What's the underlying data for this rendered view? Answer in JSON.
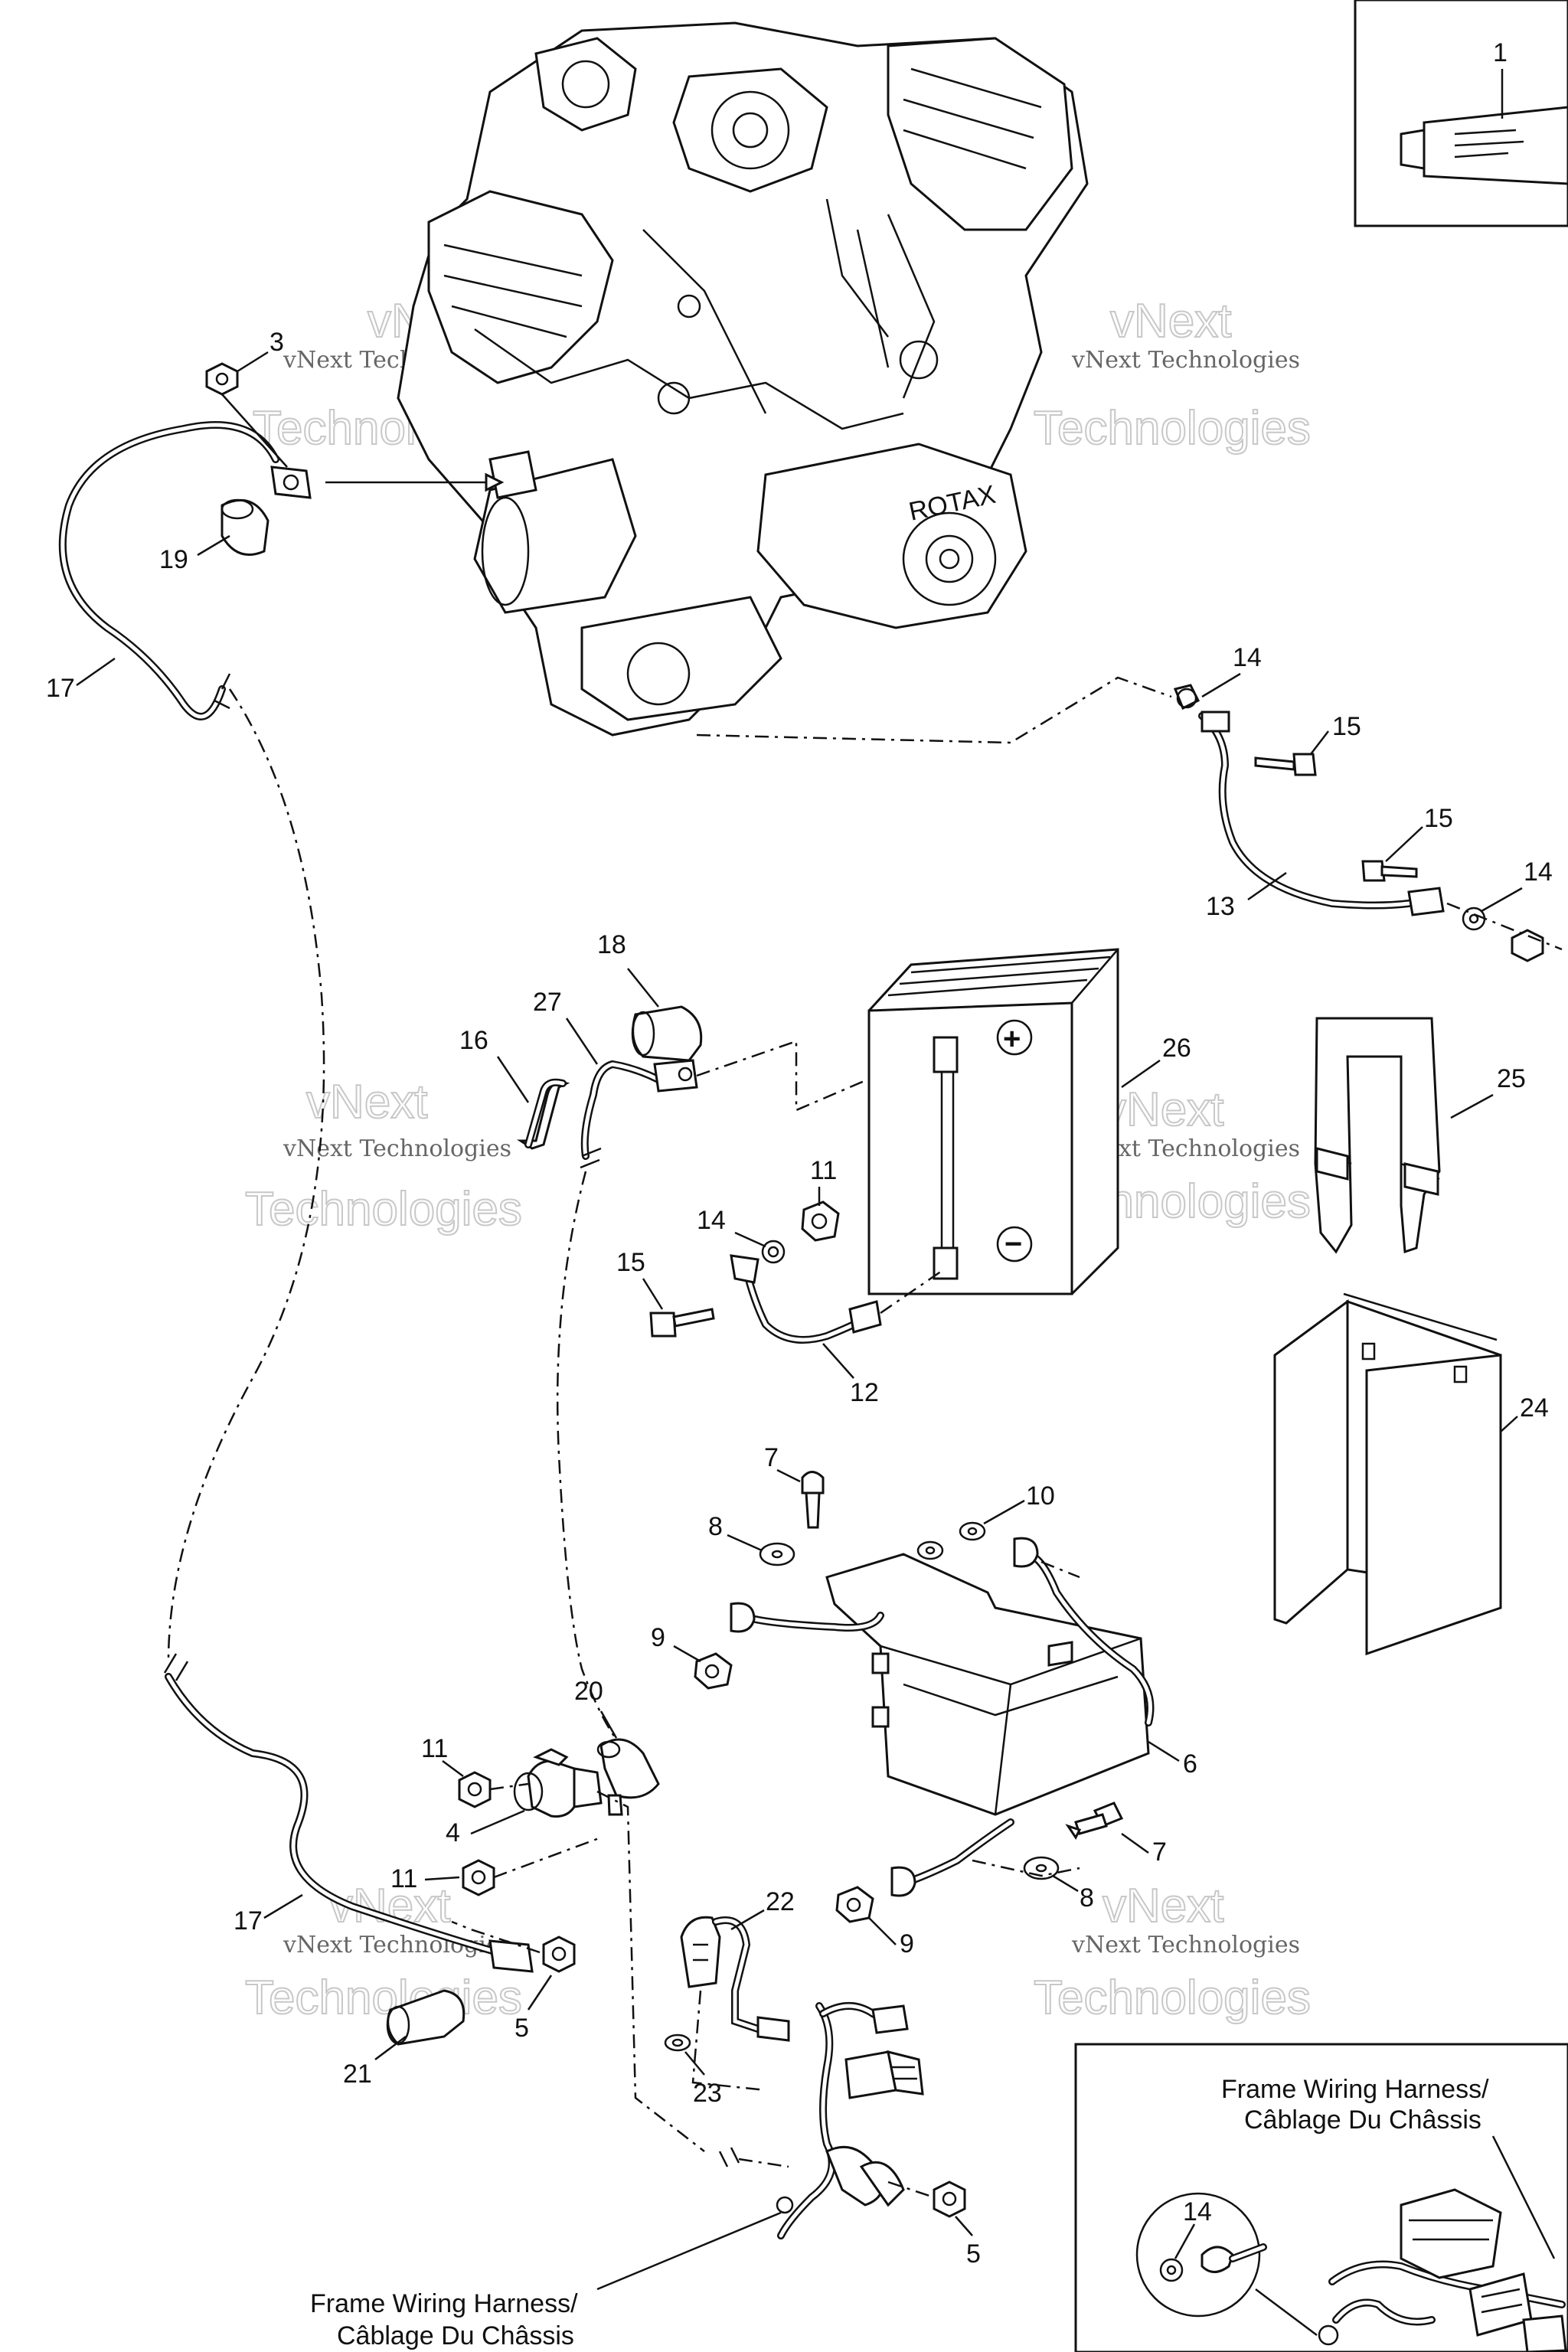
{
  "watermark": {
    "line1": "vNext",
    "line2": "Technologies",
    "full": "vNext Technologies"
  },
  "callouts": [
    {
      "id": "c1",
      "text": "1"
    },
    {
      "id": "c3",
      "text": "3"
    },
    {
      "id": "c19",
      "text": "19"
    },
    {
      "id": "c17a",
      "text": "17"
    },
    {
      "id": "c14a",
      "text": "14"
    },
    {
      "id": "c15a",
      "text": "15"
    },
    {
      "id": "c15b",
      "text": "15"
    },
    {
      "id": "c14b",
      "text": "14"
    },
    {
      "id": "c13",
      "text": "13"
    },
    {
      "id": "c18",
      "text": "18"
    },
    {
      "id": "c27",
      "text": "27"
    },
    {
      "id": "c16",
      "text": "16"
    },
    {
      "id": "c26",
      "text": "26"
    },
    {
      "id": "c25",
      "text": "25"
    },
    {
      "id": "c11a",
      "text": "11"
    },
    {
      "id": "c14c",
      "text": "14"
    },
    {
      "id": "c15c",
      "text": "15"
    },
    {
      "id": "c12",
      "text": "12"
    },
    {
      "id": "c24",
      "text": "24"
    },
    {
      "id": "c7a",
      "text": "7"
    },
    {
      "id": "c10",
      "text": "10"
    },
    {
      "id": "c8a",
      "text": "8"
    },
    {
      "id": "c9a",
      "text": "9"
    },
    {
      "id": "c20",
      "text": "20"
    },
    {
      "id": "c11b",
      "text": "11"
    },
    {
      "id": "c4",
      "text": "4"
    },
    {
      "id": "c11c",
      "text": "11"
    },
    {
      "id": "c6",
      "text": "6"
    },
    {
      "id": "c7b",
      "text": "7"
    },
    {
      "id": "c8b",
      "text": "8"
    },
    {
      "id": "c17b",
      "text": "17"
    },
    {
      "id": "c22",
      "text": "22"
    },
    {
      "id": "c9b",
      "text": "9"
    },
    {
      "id": "c5a",
      "text": "5"
    },
    {
      "id": "c21",
      "text": "21"
    },
    {
      "id": "c23",
      "text": "23"
    },
    {
      "id": "c5b",
      "text": "5"
    },
    {
      "id": "c14d",
      "text": "14"
    }
  ],
  "battery": {
    "positive": "+",
    "negative": "−"
  },
  "engine_badge": "ROTAX",
  "harness_caption_bottom": {
    "line1": "Frame Wiring Harness/",
    "line2": "Câblage Du Châssis"
  },
  "harness_caption_inset": {
    "line1": "Frame Wiring Harness/",
    "line2": "Câblage Du Châssis"
  }
}
